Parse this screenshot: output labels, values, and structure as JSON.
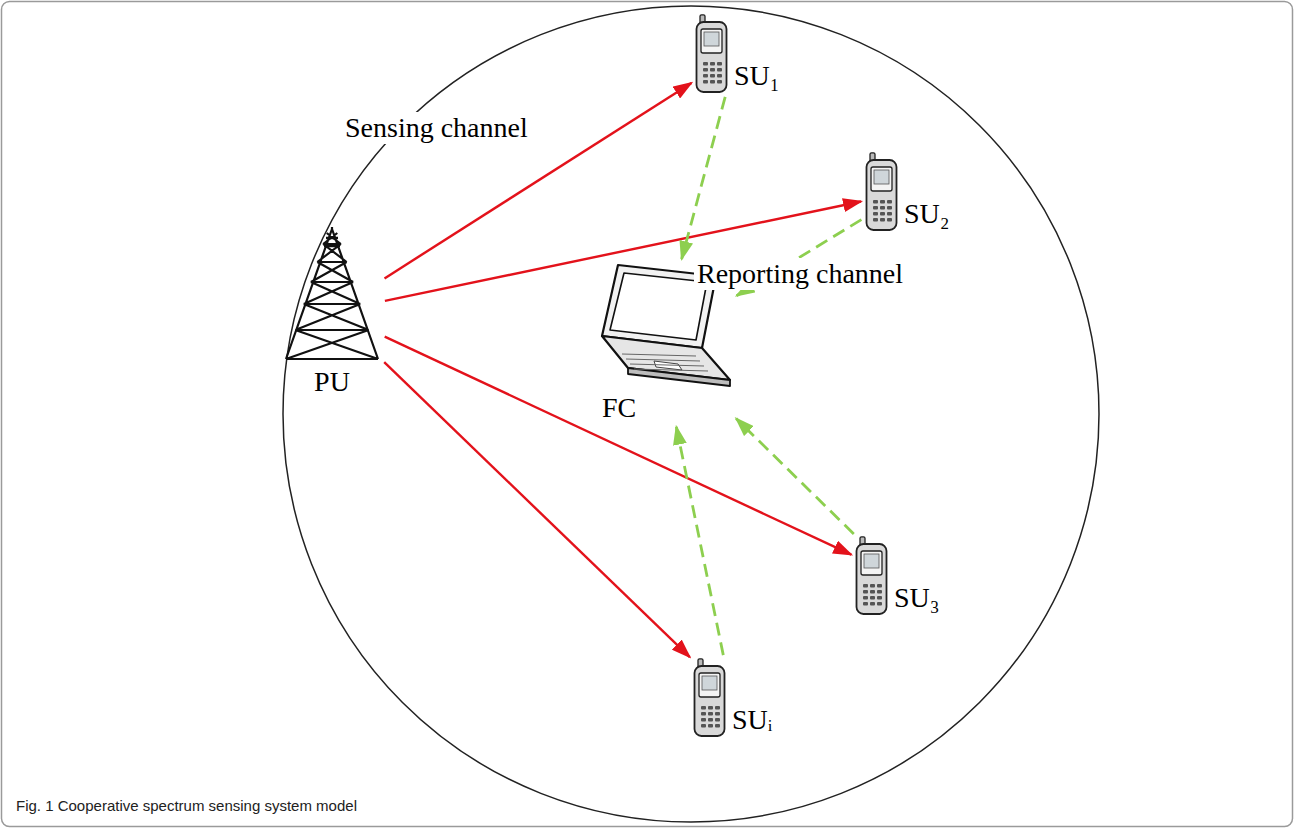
{
  "diagram": {
    "caption": "Fig. 1 Cooperative spectrum sensing system model",
    "nodes": [
      {
        "text": [
          "PU"
        ]
      },
      {
        "text": [
          "SU₁"
        ]
      },
      {
        "text": [
          "SU₂"
        ]
      },
      {
        "text": [
          "SU₃"
        ]
      },
      {
        "text": [
          "SUᵢ"
        ]
      },
      {
        "text": [
          "FC"
        ]
      }
    ],
    "edges": [
      {
        "from": 0,
        "to": 1,
        "arrow": "to"
      },
      {
        "from": 0,
        "to": 2,
        "arrow": "to"
      },
      {
        "from": 0,
        "to": 3,
        "arrow": "to"
      },
      {
        "from": 0,
        "to": 4,
        "arrow": "to"
      },
      {
        "from": 1,
        "to": 5,
        "arrow": "to"
      },
      {
        "from": 2,
        "to": 5,
        "arrow": "to"
      },
      {
        "from": 3,
        "to": 5,
        "arrow": "to"
      },
      {
        "from": 4,
        "to": 5,
        "arrow": "to"
      }
    ],
    "labels": [
      "Sensing channel",
      "Reporting channel"
    ]
  }
}
